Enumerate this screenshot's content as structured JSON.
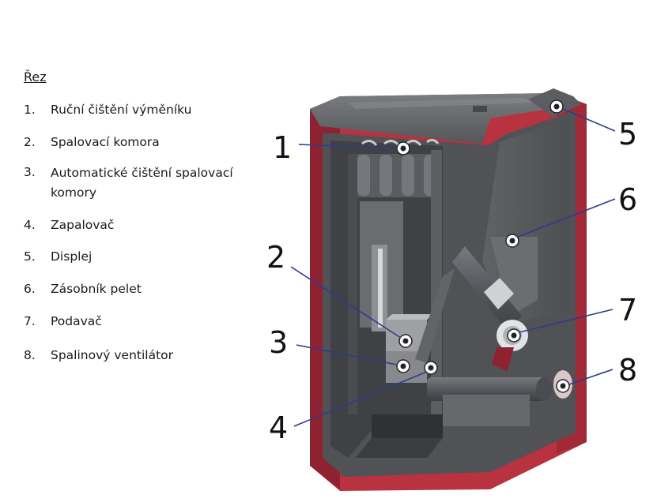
{
  "title": "Řez",
  "legend": [
    {
      "num": "1.",
      "label": "Ruční čištění výměníku"
    },
    {
      "num": "2.",
      "label": "Spalovací komora"
    },
    {
      "num": "3.",
      "label": "Automatické čištění spalovací komory"
    },
    {
      "num": "4.",
      "label": "Zapalovač"
    },
    {
      "num": "5.",
      "label": "Displej"
    },
    {
      "num": "6.",
      "label": "Zásobník pelet"
    },
    {
      "num": "7.",
      "label": "Podavač"
    },
    {
      "num": "8.",
      "label": "Spalinový ventilátor"
    }
  ],
  "callouts": [
    "1",
    "2",
    "3",
    "4",
    "5",
    "6",
    "7",
    "8"
  ],
  "colors": {
    "casing_red": "#b8323f",
    "casing_dark_red": "#8e2230",
    "steel_gray": "#5f6164",
    "dark_gray": "#3e4043",
    "light_gray": "#8a8c8f",
    "leader_line": "#2f3b8a"
  }
}
